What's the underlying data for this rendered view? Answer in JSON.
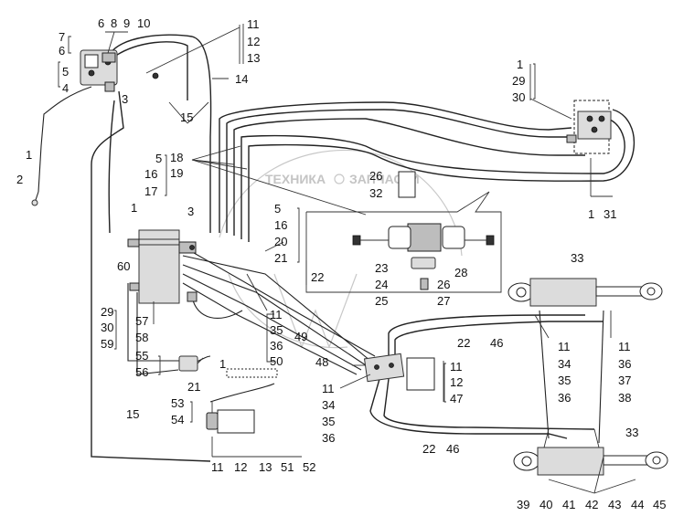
{
  "watermark": {
    "text_left": "ТЕХНИКА",
    "text_right": "ЗАПЧАСТИ"
  },
  "callouts": {
    "topleft": {
      "c6": "6",
      "c8": "8",
      "c9": "9",
      "c10": "10",
      "c7": "7",
      "c6b": "6",
      "c5": "5",
      "c4": "4",
      "c3": "3",
      "c1": "1",
      "c2": "2"
    },
    "topmid": {
      "c11": "11",
      "c12": "12",
      "c13": "13",
      "c14": "14",
      "c15": "15",
      "c1b": "1"
    },
    "mid": {
      "c5": "5",
      "c16": "16",
      "c17": "17",
      "c18": "18",
      "c19": "19",
      "c3": "3",
      "c5b": "5",
      "c16b": "16",
      "c20": "20",
      "c21": "21",
      "c22": "22"
    },
    "left": {
      "c60": "60",
      "c29": "29",
      "c30": "30",
      "c59": "59",
      "c57": "57",
      "c58": "58",
      "c55": "55",
      "c56": "56",
      "c21": "21",
      "c1": "1",
      "c15": "15",
      "c53": "53",
      "c54": "54"
    },
    "midlow": {
      "c11": "11",
      "c35": "35",
      "c36": "36",
      "c50": "50",
      "c49": "49",
      "c48": "48"
    },
    "detail": {
      "c26": "26",
      "c32": "32",
      "c23": "23",
      "c24": "24",
      "c25": "25",
      "c26b": "26",
      "c27": "27",
      "c28": "28"
    },
    "topright": {
      "c1": "1",
      "c29": "29",
      "c30": "30",
      "c1b": "1",
      "c31": "31"
    },
    "right": {
      "c33": "33",
      "c22": "22",
      "c46": "46",
      "c11": "11",
      "c34": "34",
      "c35": "35",
      "c36": "36",
      "c11b": "11",
      "c36b": "36",
      "c37": "37",
      "c38": "38",
      "c33b": "33"
    },
    "center": {
      "c11": "11",
      "c12": "12",
      "c47": "47",
      "c11b": "11",
      "c34": "34",
      "c35": "35",
      "c36": "36",
      "c22": "22",
      "c46": "46"
    },
    "bottom": {
      "c11": "11",
      "c12": "12",
      "c13": "13",
      "c51": "51",
      "c52": "52"
    },
    "bottomright": {
      "c39": "39",
      "c40": "40",
      "c41": "41",
      "c42": "42",
      "c43": "43",
      "c44": "44",
      "c45": "45"
    }
  }
}
